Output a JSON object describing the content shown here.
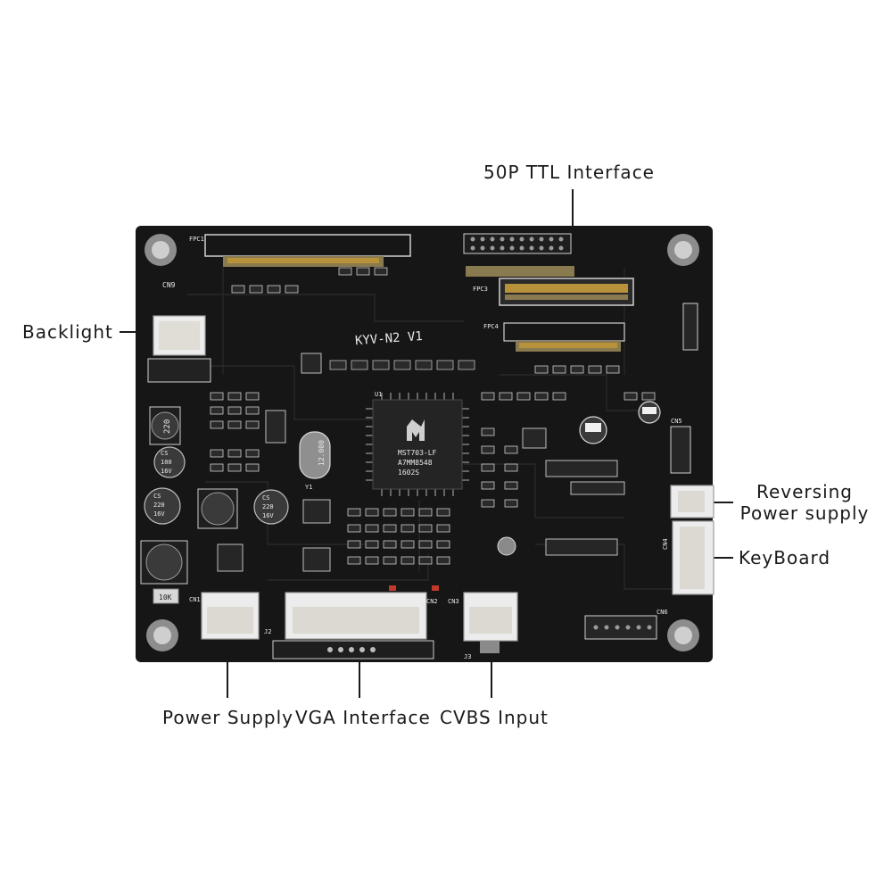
{
  "callouts": {
    "ttl": "50P TTL Interface",
    "backlight": "Backlight",
    "reversing_line1": "Reversing",
    "reversing_line2": "Power supply",
    "keyboard": "KeyBoard",
    "power": "Power Supply",
    "vga": "VGA Interface",
    "cvbs": "CVBS Input"
  },
  "board": {
    "model": "KYV-N2  V1",
    "chip_line1": "MST703-LF",
    "chip_line2": "A7MM8548",
    "chip_line3": "1602S",
    "inductor_top": "220",
    "cap1_line1": "CS",
    "cap1_line2": "100",
    "cap1_line3": "16V",
    "cap2_line1": "CS",
    "cap2_line2": "220",
    "cap2_line3": "16V",
    "cap3_line1": "CS",
    "cap3_line2": "220",
    "cap3_line3": "16V",
    "crystal": "12.000",
    "fuse": "10K",
    "cn9": "CN9",
    "fpc1": "FPC1",
    "fpc3": "FPC3",
    "fpc4": "FPC4",
    "cn1": "CN1",
    "cn2": "CN2",
    "cn3": "CN3",
    "cn4": "CN4",
    "cn5": "CN5",
    "cn6": "CN6",
    "j2": "J2",
    "j3": "J3",
    "u1": "U1",
    "y1": "Y1"
  },
  "colors": {
    "pcb": "#161616",
    "connector": "#ececec",
    "gold": "#b8923a",
    "silk": "#e8e8e8"
  }
}
